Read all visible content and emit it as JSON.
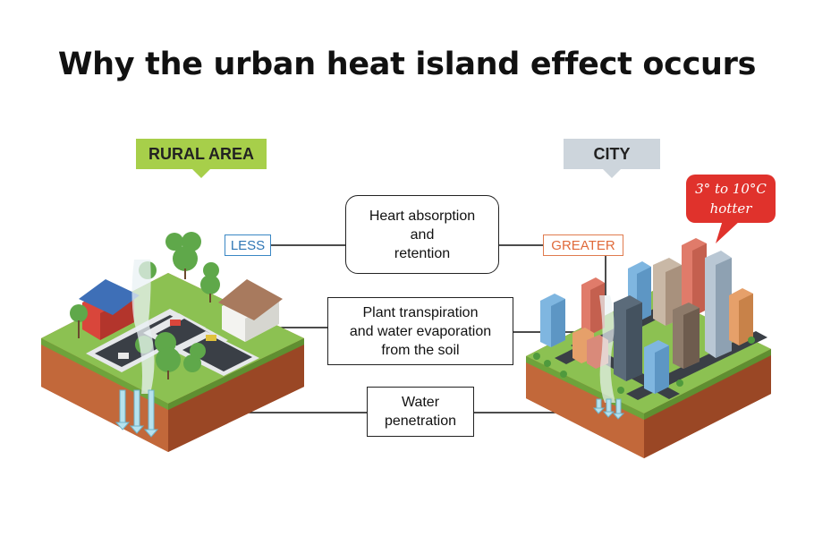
{
  "title": "Why the urban heat island effect occurs",
  "rural_tag": "RURAL AREA",
  "city_tag": "CITY",
  "less_label": "LESS",
  "greater_label": "GREATER",
  "heat_bubble": "3° to 10°C\nhotter",
  "box_heat": "Heart absorption\nand\nretention",
  "box_plant": "Plant transpiration\nand water evaporation\nfrom the soil",
  "box_water": "Water\npenetration",
  "colors": {
    "rural_tag": "#a7cf4a",
    "city_tag": "#cdd5dc",
    "less": "#2f76b5",
    "greater": "#e06a3a",
    "bubble": "#e0322c",
    "soil": "#b4582e",
    "grass": "#8cc152"
  }
}
